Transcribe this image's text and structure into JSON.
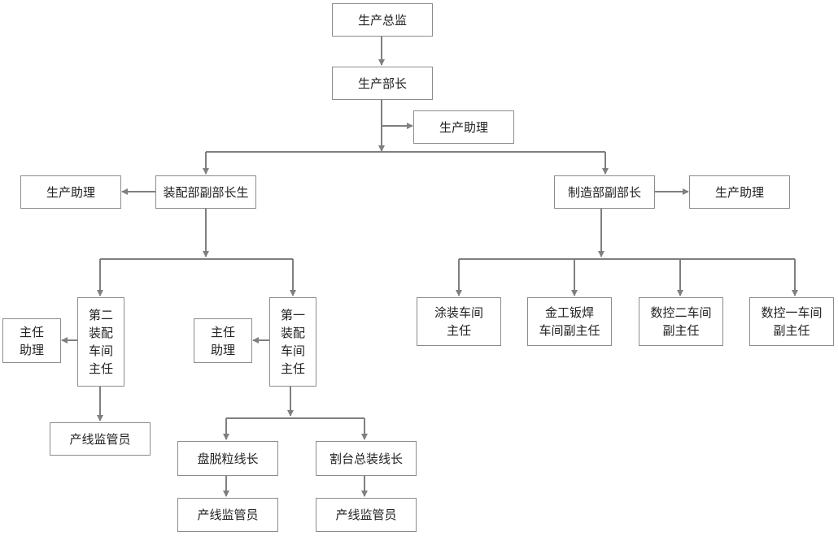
{
  "nodes": {
    "director": "生产总监",
    "minister": "生产部长",
    "asst_top": "生产助理",
    "assembly_vice": "装配部副部长生",
    "asst_assembly": "生产助理",
    "mfg_vice": "制造部副部长",
    "asst_mfg": "生产助理",
    "asm2_head": "第二\n装配\n车间\n主任",
    "asm2_asst": "主任\n助理",
    "asm2_inspector": "产线监管员",
    "asm1_head": "第一\n装配\n车间\n主任",
    "asm1_asst": "主任\n助理",
    "line_a": "盘脱粒线长",
    "line_b": "割台总装线长",
    "line_a_inspector": "产线监管员",
    "line_b_inspector": "产线监管员",
    "paint": "涂装车间\n主任",
    "sheet": "金工钣焊\n车间副主任",
    "cnc2": "数控二车间\n副主任",
    "cnc1": "数控一车间\n副主任"
  },
  "colors": {
    "line": "#7f7f7f",
    "border": "#8c8c8c"
  }
}
